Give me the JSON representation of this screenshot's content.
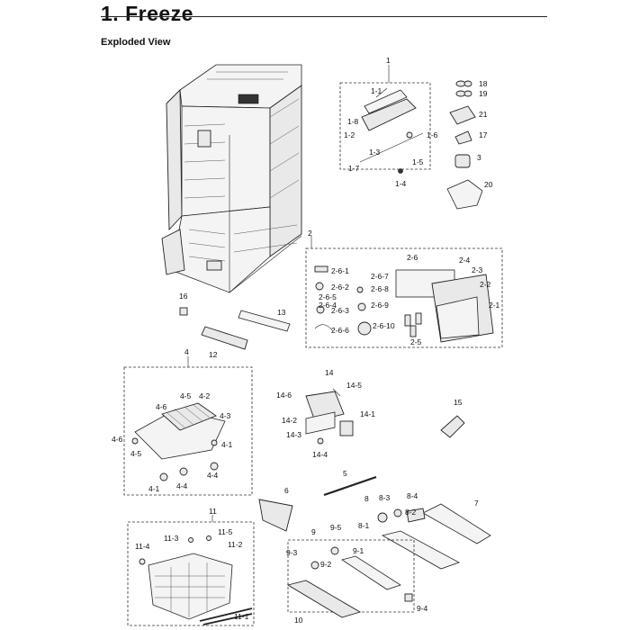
{
  "header": {
    "title": "1.  Freeze",
    "subtitle": "Exploded View"
  },
  "labels": {
    "l1": "1",
    "l1_1": "1-1",
    "l1_8": "1-8",
    "l1_2": "1-2",
    "l1_6": "1-6",
    "l1_3": "1-3",
    "l1_5": "1-5",
    "l1_7": "1-7",
    "l1_4": "1-4",
    "l18": "18",
    "l19": "19",
    "l21": "21",
    "l17": "17",
    "l3": "3",
    "l20": "20",
    "l2": "2",
    "l2_6": "2-6",
    "l2_4": "2-4",
    "l2_3": "2-3",
    "l2_2": "2-2",
    "l2_1": "2-1",
    "l2_5": "2-5",
    "l2_6_1": "2-6-1",
    "l2_6_2": "2-6-2",
    "l2_6_5": "2-6-5",
    "l2_6_4": "2-6-4",
    "l2_6_3": "2-6-3",
    "l2_6_6": "2-6-6",
    "l2_6_7": "2-6-7",
    "l2_6_8": "2-6-8",
    "l2_6_9": "2-6-9",
    "l2_6_10": "2-6-10",
    "l16": "16",
    "l13": "13",
    "l12": "12",
    "l4": "4",
    "l4_5": "4-5",
    "l4_2": "4-2",
    "l4_6": "4-6",
    "l4_3": "4-3",
    "l4_6b": "4-6",
    "l4_5b": "4-5",
    "l4_1": "4-1",
    "l4_4": "4-4",
    "l4_1b": "4-1",
    "l4_4b": "4-4",
    "l14": "14",
    "l14_5": "14-5",
    "l14_6": "14-6",
    "l14_1": "14-1",
    "l14_2": "14-2",
    "l14_3": "14-3",
    "l14_4": "14-4",
    "l15": "15",
    "l5": "5",
    "l6": "6",
    "l7": "7",
    "l8": "8",
    "l8_3": "8-3",
    "l8_4": "8-4",
    "l8_2": "8-2",
    "l8_1": "8-1",
    "l9": "9",
    "l9_5": "9-5",
    "l9_1": "9-1",
    "l9_3": "9-3",
    "l9_2": "9-2",
    "l9_4": "9-4",
    "l10": "10",
    "l11": "11",
    "l11_3": "11-3",
    "l11_5": "11-5",
    "l11_4": "11-4",
    "l11_2": "11-2",
    "l11_1": "11-1"
  }
}
